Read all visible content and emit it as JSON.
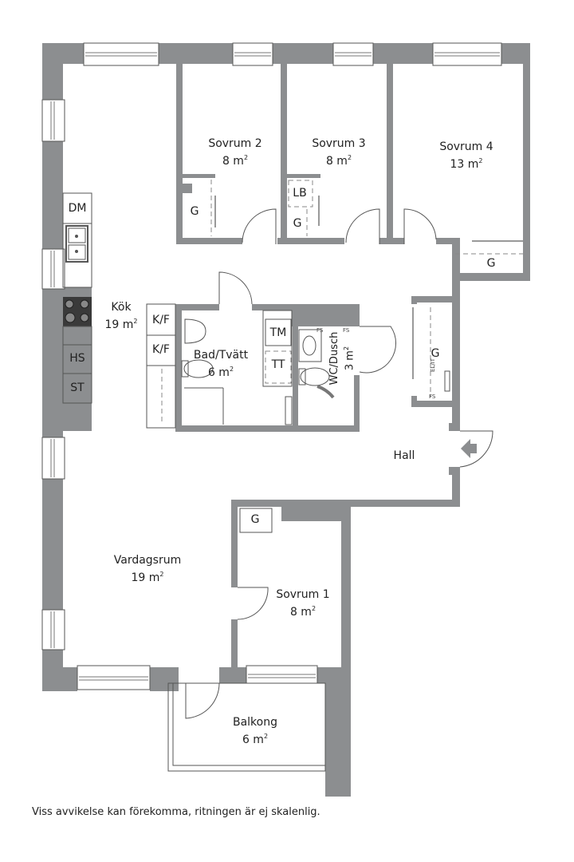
{
  "rooms": {
    "sovrum2": {
      "name": "Sovrum 2",
      "area": "8 m",
      "sup": "2"
    },
    "sovrum3": {
      "name": "Sovrum 3",
      "area": "8 m",
      "sup": "2"
    },
    "sovrum4": {
      "name": "Sovrum 4",
      "area": "13 m",
      "sup": "2"
    },
    "kok": {
      "name": "Kök",
      "area": "19 m",
      "sup": "2"
    },
    "bad": {
      "name": "Bad/Tvätt",
      "area": "6 m",
      "sup": "2"
    },
    "wc": {
      "name": "WC/Dusch",
      "area": "3 m",
      "sup": "2"
    },
    "hall": {
      "name": "Hall"
    },
    "vardagsrum": {
      "name": "Vardagsrum",
      "area": "19 m",
      "sup": "2"
    },
    "sovrum1": {
      "name": "Sovrum 1",
      "area": "8 m",
      "sup": "2"
    },
    "balkong": {
      "name": "Balkong",
      "area": "6 m",
      "sup": "2"
    }
  },
  "fixtures": {
    "dm": "DM",
    "hs": "HS",
    "st": "ST",
    "kf1": "K/F",
    "kf2": "K/F",
    "tm": "TM",
    "tt": "TT",
    "lb": "LB",
    "g_sovrum2": "G",
    "g_sovrum3": "G",
    "g_sovrum4": "G",
    "g_hall": "G",
    "g_sovrum1": "G",
    "elit": "EL/IT",
    "fs1": "FS",
    "fs2": "FS",
    "fs3": "FS"
  },
  "footer": {
    "disclaimer": "Viss avvikelse kan förekomma, ritningen är ej skalenlig."
  },
  "colors": {
    "wall": "#8c8e90",
    "stove": "#3a3a3a"
  }
}
